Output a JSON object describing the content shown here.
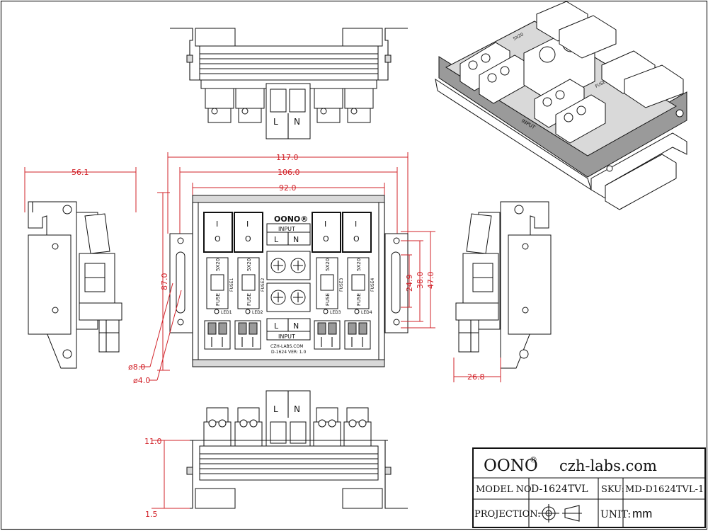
{
  "title_block": {
    "brand": "OONO",
    "registered": "®",
    "website": "czh-labs.com",
    "model_label": "MODEL NO:",
    "model_value": "D-1624TVL",
    "sku_label": "SKU:",
    "sku_value": "MD-D1624TVL-1",
    "projection_label": "PROJECTION:",
    "unit_label": "UNIT:",
    "unit_value": "mm"
  },
  "dimensions": {
    "total_width": "117.0",
    "mount_width": "106.0",
    "body_width": "92.0",
    "height_total": "87.0",
    "side_depth": "56.1",
    "side_base": "26.8",
    "h_47": "47.0",
    "h_38": "38.0",
    "h_249": "24.9",
    "d_8": "ø8.0",
    "d_4": "ø4.0",
    "h_11": "11.0",
    "h_15": "1.5"
  },
  "board": {
    "logo": "OONO®",
    "input_top": "INPUT",
    "input_bottom": "INPUT",
    "l": "L",
    "n": "N",
    "switch_on": "I",
    "switch_off": "O",
    "fuse_text": "FUSE",
    "fuse_size": "5X20",
    "fuse_labels": [
      "FUSE1",
      "FUSE2",
      "FUSE3",
      "FUSE4"
    ],
    "led_labels": [
      "LED1",
      "LED2",
      "LED3",
      "LED4"
    ],
    "website": "CZH-LABS.COM",
    "version": "D-1624  VER: 1.0"
  },
  "top_view": {
    "l": "L",
    "n": "N"
  },
  "bottom_view": {
    "l": "L",
    "n": "N"
  },
  "iso_view": {
    "fuse_text": "FUSE",
    "fuse_size": "5X20",
    "input": "INPUT"
  }
}
